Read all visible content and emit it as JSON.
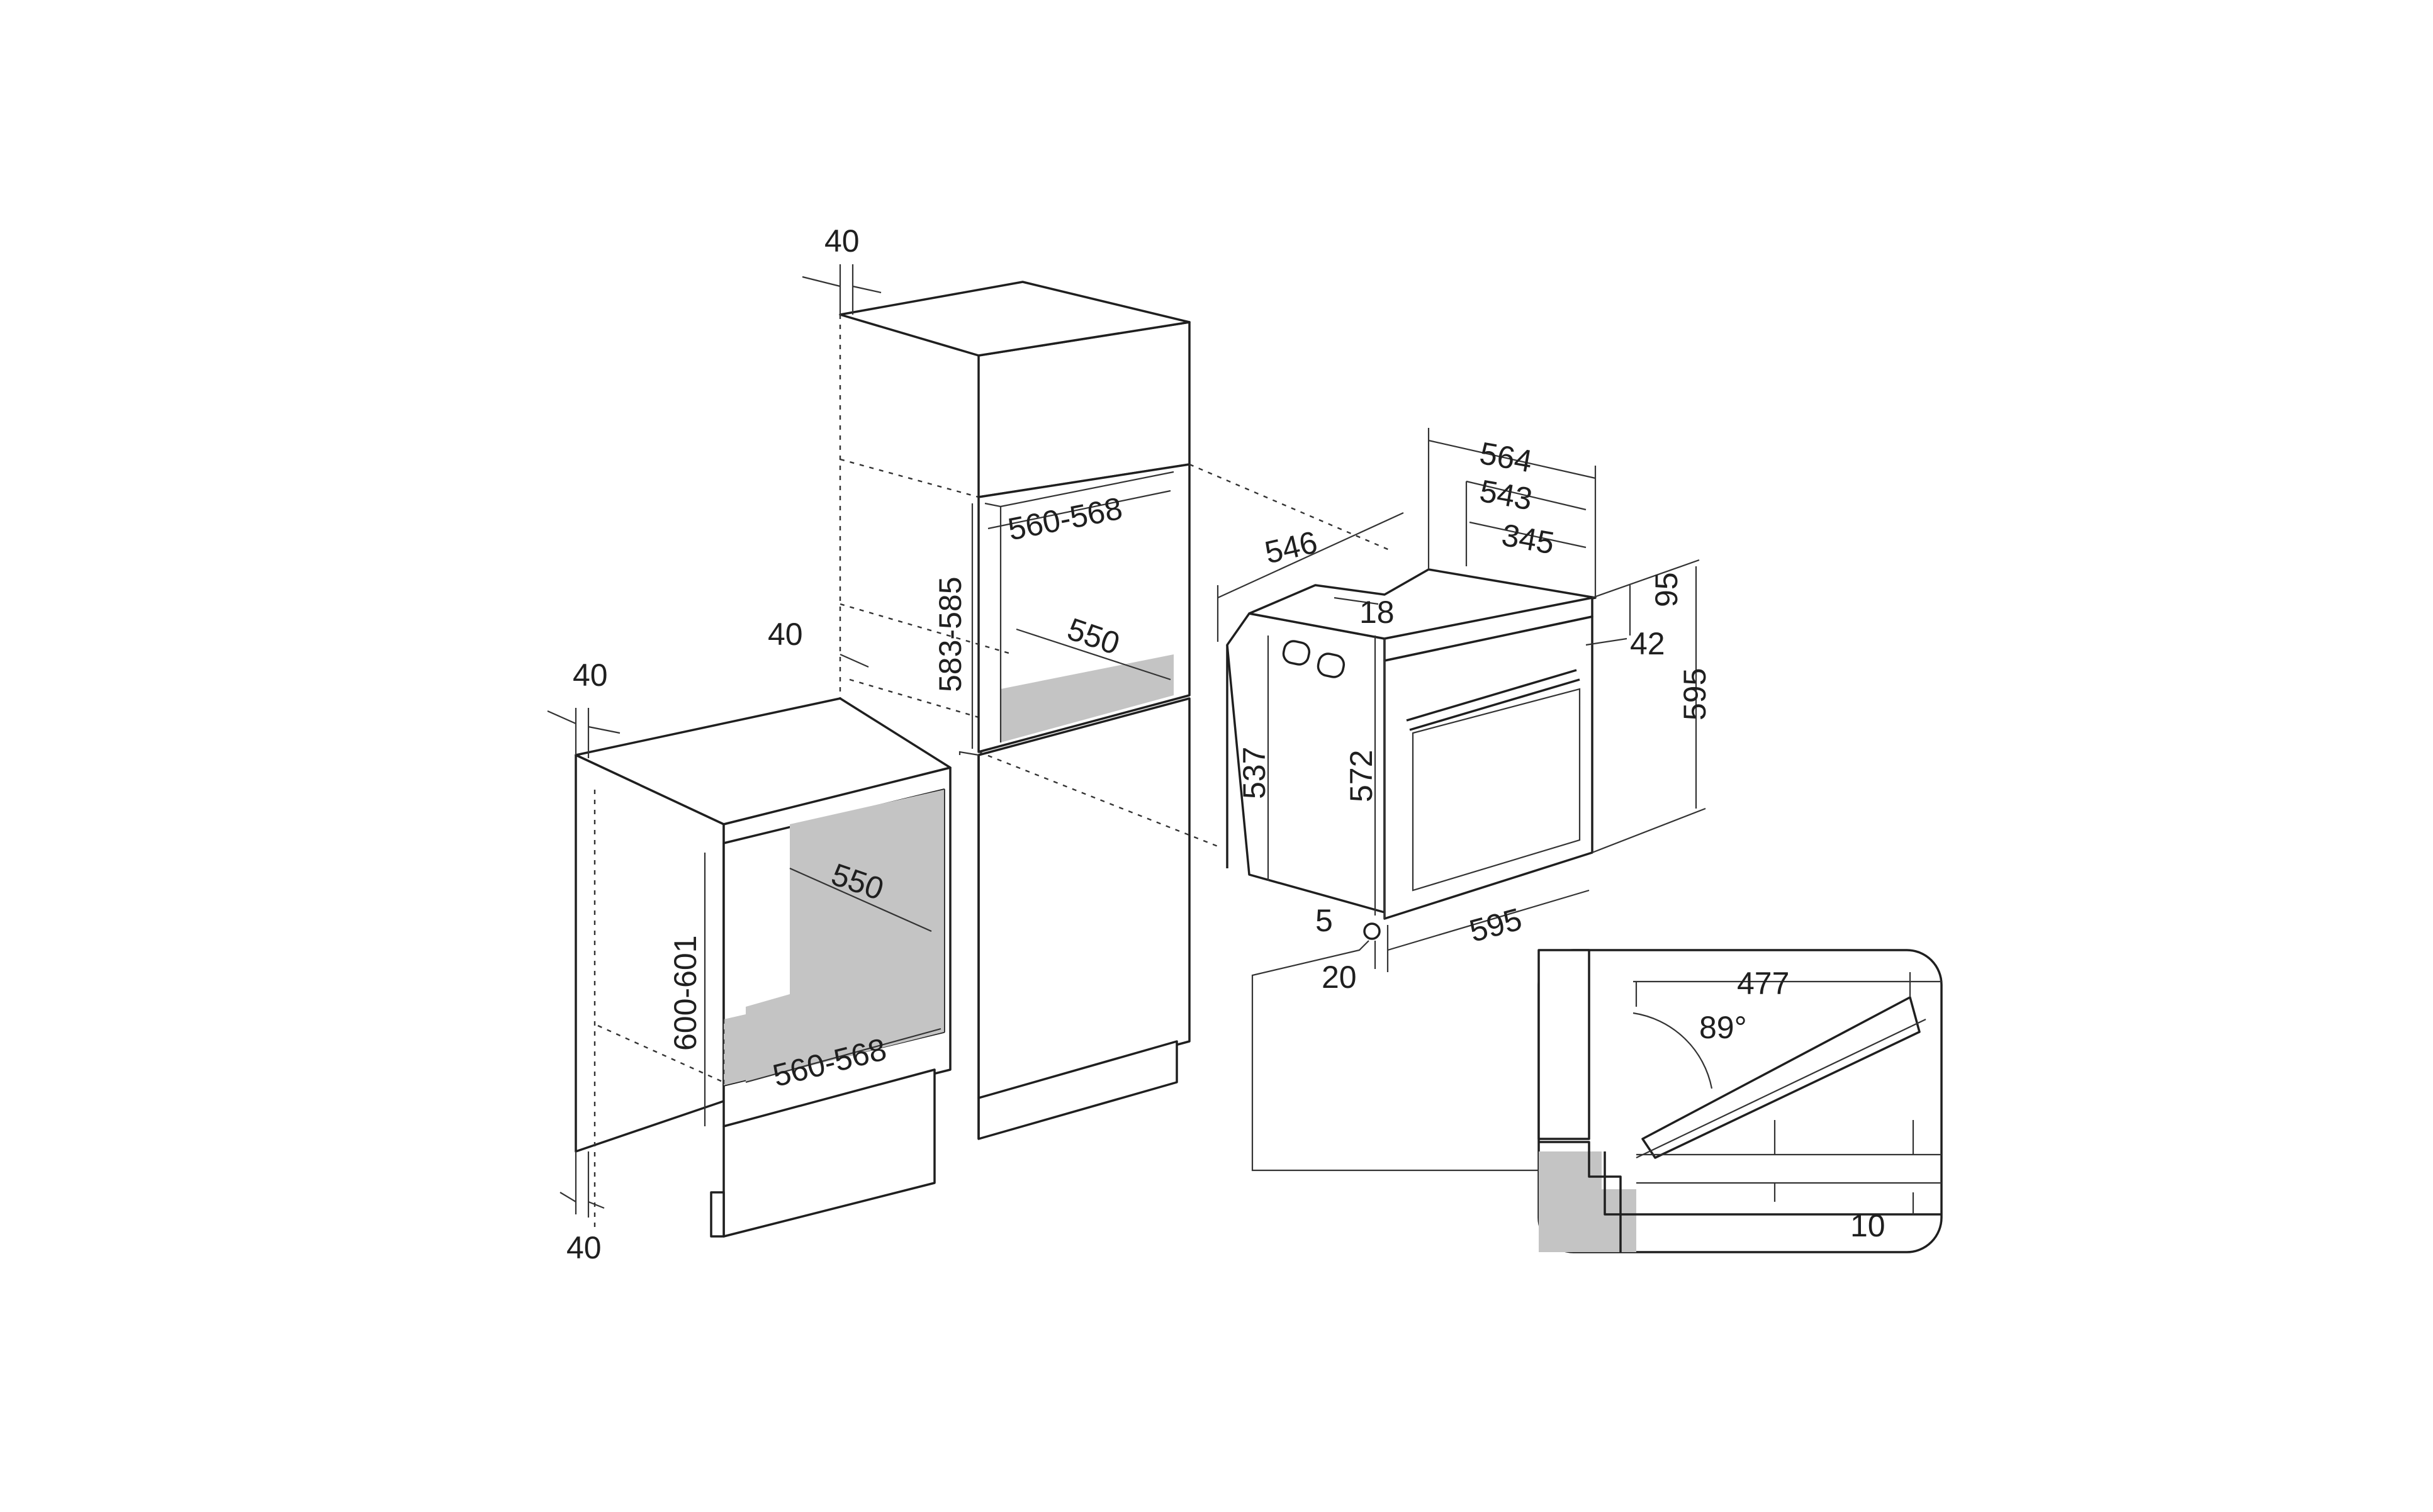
{
  "diagram": {
    "labels": {
      "tall_top_40": "40",
      "tall_side_40": "40",
      "tall_width": "560-568",
      "tall_height": "583-585",
      "tall_depth": "550",
      "base_top_40": "40",
      "base_bottom_40": "40",
      "base_depth": "550",
      "base_height": "600-601",
      "base_width": "560-568",
      "oven_depth_546": "546",
      "oven_564": "564",
      "oven_543": "543",
      "oven_345": "345",
      "oven_18": "18",
      "oven_95": "95",
      "oven_42": "42",
      "oven_595_height": "595",
      "oven_537": "537",
      "oven_572": "572",
      "oven_5": "5",
      "oven_595_width": "595",
      "oven_20": "20",
      "detail_477": "477",
      "detail_angle": "89°",
      "detail_10": "10"
    }
  }
}
